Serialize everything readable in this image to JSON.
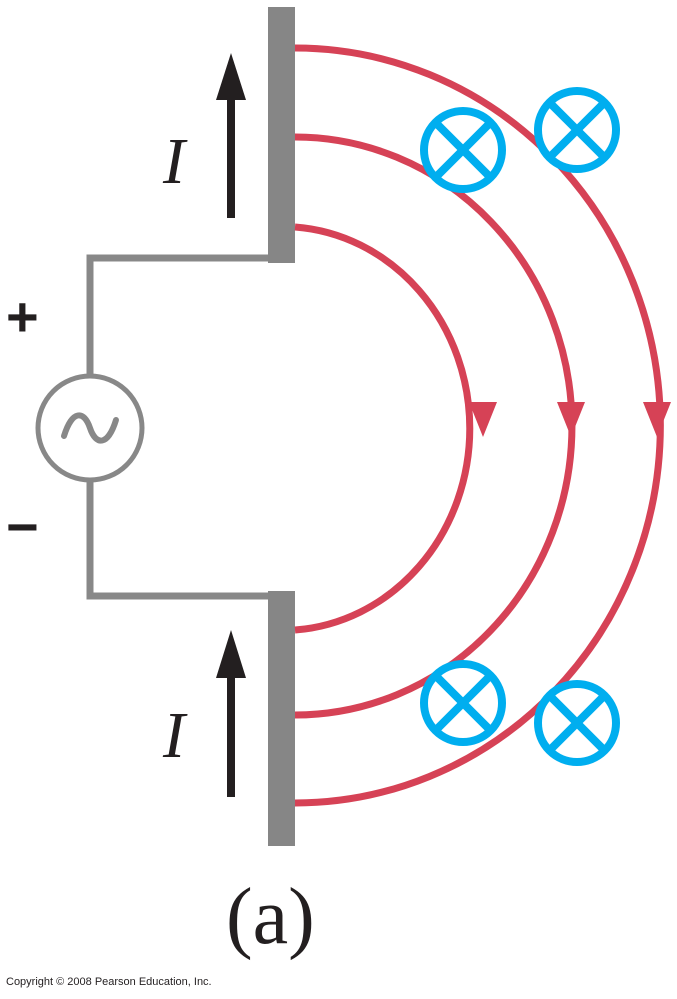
{
  "labels": {
    "current_top": "I",
    "current_bottom": "I",
    "plus": "+",
    "minus": "−",
    "source_symbol": "~",
    "caption": "(a)",
    "copyright": "Copyright © 2008 Pearson Education, Inc."
  },
  "colors": {
    "antenna": "#868686",
    "wire": "#888888",
    "field_line": "#d64256",
    "b_field": "#00aeef",
    "text": "#231f20"
  },
  "icons": {
    "b_field_marker": "circle-cross-icon",
    "current_arrow": "arrow-up-icon"
  }
}
